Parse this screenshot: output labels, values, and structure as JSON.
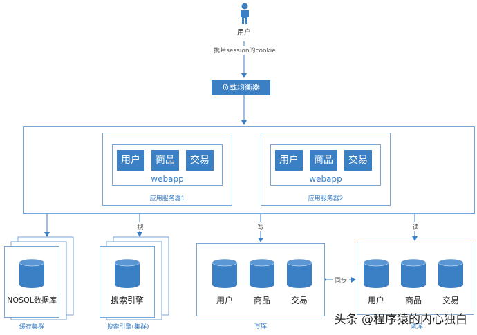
{
  "user_label": "用户",
  "cookie_note": "携带session的cookie",
  "load_balancer": "负载均衡器",
  "servers": [
    {
      "modules": [
        "用户",
        "商品",
        "交易"
      ],
      "app": "webapp",
      "caption": "应用服务器1"
    },
    {
      "modules": [
        "用户",
        "商品",
        "交易"
      ],
      "app": "webapp",
      "caption": "应用服务器2"
    }
  ],
  "edges": {
    "search": "搜",
    "write": "写",
    "read": "读",
    "sync": "同步"
  },
  "nosql": {
    "label": "NOSQL数据库",
    "caption": "缓存集群"
  },
  "search_engine": {
    "label": "搜索引擎",
    "caption": "搜索引擎(集群)"
  },
  "write_db": {
    "dbs": [
      "用户",
      "商品",
      "交易"
    ],
    "caption": "写库"
  },
  "read_db": {
    "dbs": [
      "用户",
      "商品",
      "交易"
    ],
    "caption": "读库"
  },
  "watermark": "头条 @程序猿的内心独白",
  "colors": {
    "accent": "#3b7fc4",
    "border": "#7aa6d6"
  }
}
